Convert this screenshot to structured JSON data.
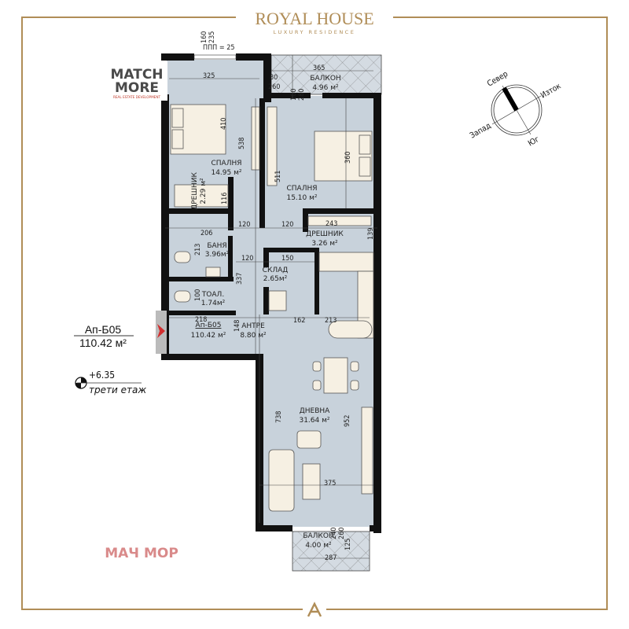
{
  "header": {
    "brand_title": "ROYAL HOUSE",
    "brand_subtitle": "LUXURY RESIDENCE"
  },
  "developer_logo": {
    "line1": "MATCH",
    "line2": "MORE",
    "tagline": "REAL ESTATE DEVELOPMENT",
    "color": "#4a4a4a",
    "accent": "#c0392b"
  },
  "frame_color": "#b08d57",
  "apartment": {
    "name": "Ап-Б05",
    "area": "110.42 м²"
  },
  "level": {
    "elevation": "+6.35",
    "floor": "трети етаж"
  },
  "watermark": {
    "text": "МАЧ МОР",
    "color": "#d98a8a"
  },
  "compass": {
    "north": "Север",
    "east": "Изток",
    "west": "Запад",
    "south": "Юг"
  },
  "rooms": [
    {
      "name": "СПАЛНЯ",
      "area": "14.95 м²"
    },
    {
      "name": "ДРЕШНИК",
      "area": "2.29 м²"
    },
    {
      "name": "СПАЛНЯ",
      "area": "15.10 м²"
    },
    {
      "name": "ДРЕШНИК",
      "area": "3.26 м²"
    },
    {
      "name": "БАНЯ",
      "area": "3.96м²"
    },
    {
      "name": "СКЛАД",
      "area": "2.65м²"
    },
    {
      "name": "ТОАЛ.",
      "area": "1.74м²"
    },
    {
      "name": "Ап-Б05",
      "area": "110.42 м²"
    },
    {
      "name": "АНТРЕ",
      "area": "8.80 м²"
    },
    {
      "name": "ДНЕВНА",
      "area": "31.64 м²"
    },
    {
      "name": "БАЛКОН",
      "area": "4.96 м²"
    },
    {
      "name": "БАЛКОН",
      "area": "4.00 м²"
    }
  ],
  "dimensions": [
    "160",
    "235",
    "ППП = 25",
    "325",
    "365",
    "80",
    "260",
    "160",
    "280",
    "410",
    "538",
    "511",
    "360",
    "116",
    "120",
    "120",
    "243",
    "139",
    "206",
    "213",
    "120",
    "150",
    "337",
    "100",
    "218",
    "148",
    "162",
    "213",
    "738",
    "952",
    "375",
    "240",
    "260",
    "125",
    "287"
  ],
  "colors": {
    "floor": "#c8d2db",
    "furniture": "#f6f0e3",
    "wall": "#111111",
    "entrance_arrow": "#d32f2f"
  }
}
